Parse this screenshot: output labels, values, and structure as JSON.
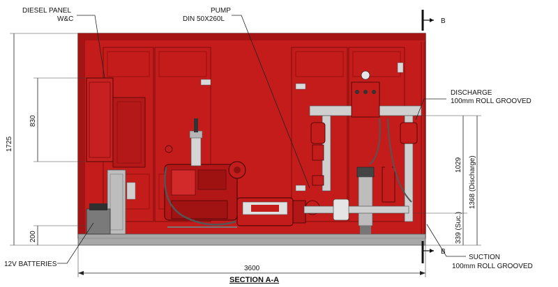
{
  "labels": {
    "diesel_panel_line1": "DIESEL PANEL",
    "diesel_panel_line2": "W&C",
    "pump_line1": "PUMP",
    "pump_line2": "DIN 50X260L",
    "discharge_line1": "DISCHARGE",
    "discharge_line2": "100mm ROLL GROOVED",
    "suction_line1": "SUCTION",
    "suction_line2": "100mm ROLL GROOVED",
    "batteries": "12V BATTERIES",
    "section_mark": "B",
    "section_title": "SECTION A-A"
  },
  "dimensions": {
    "overall_length": "3600",
    "overall_height": "1725",
    "panel_height": "830",
    "battery_height": "200",
    "discharge_height": "1029",
    "discharge_total": "1368 (Discharge)",
    "suction_height": "339 (Suc.)"
  },
  "colors": {
    "enclosure": "#c41b1b",
    "enclosure_dark": "#8e1010",
    "pipe": "#c9c9c9",
    "base": "#a8a8a8"
  }
}
